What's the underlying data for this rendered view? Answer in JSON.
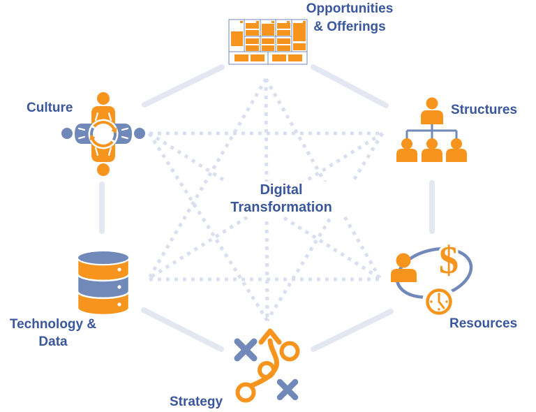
{
  "diagram": {
    "center": {
      "line1": "Digital",
      "line2": "Transformation"
    },
    "nodes": [
      {
        "id": "opportunities",
        "label": "Opportunities & Offerings",
        "line1": "Opportunities",
        "line2": "& Offerings",
        "icon": "business-model-canvas-icon",
        "position": "top"
      },
      {
        "id": "structures",
        "label": "Structures",
        "icon": "org-chart-icon",
        "position": "top-right"
      },
      {
        "id": "resources",
        "label": "Resources",
        "icon": "person-money-time-icon",
        "position": "bottom-right"
      },
      {
        "id": "strategy",
        "label": "Strategy",
        "icon": "tactics-plan-icon",
        "position": "bottom"
      },
      {
        "id": "technology",
        "label": "Technology & Data",
        "line1": "Technology &",
        "line2": "Data",
        "icon": "database-icon",
        "position": "bottom-left"
      },
      {
        "id": "culture",
        "label": "Culture",
        "icon": "people-cycle-icon",
        "position": "top-left"
      }
    ],
    "currency_symbol": "$",
    "connections": {
      "solid_adjacent": [
        "opportunities-culture",
        "opportunities-structures",
        "culture-technology",
        "structures-resources",
        "technology-strategy",
        "resources-strategy"
      ],
      "dotted_cross": [
        "culture-structures",
        "technology-resources",
        "opportunities-strategy",
        "culture-strategy",
        "culture-resources",
        "structures-strategy",
        "structures-technology",
        "opportunities-technology",
        "opportunities-resources"
      ]
    }
  },
  "colors": {
    "orange": "#F7941D",
    "blue_gray": "#7189B8",
    "text_blue": "#3A579D",
    "solid_line": "#E3E7F1",
    "dotted_line": "#D9DFEE",
    "background": "#FFFFFF"
  }
}
